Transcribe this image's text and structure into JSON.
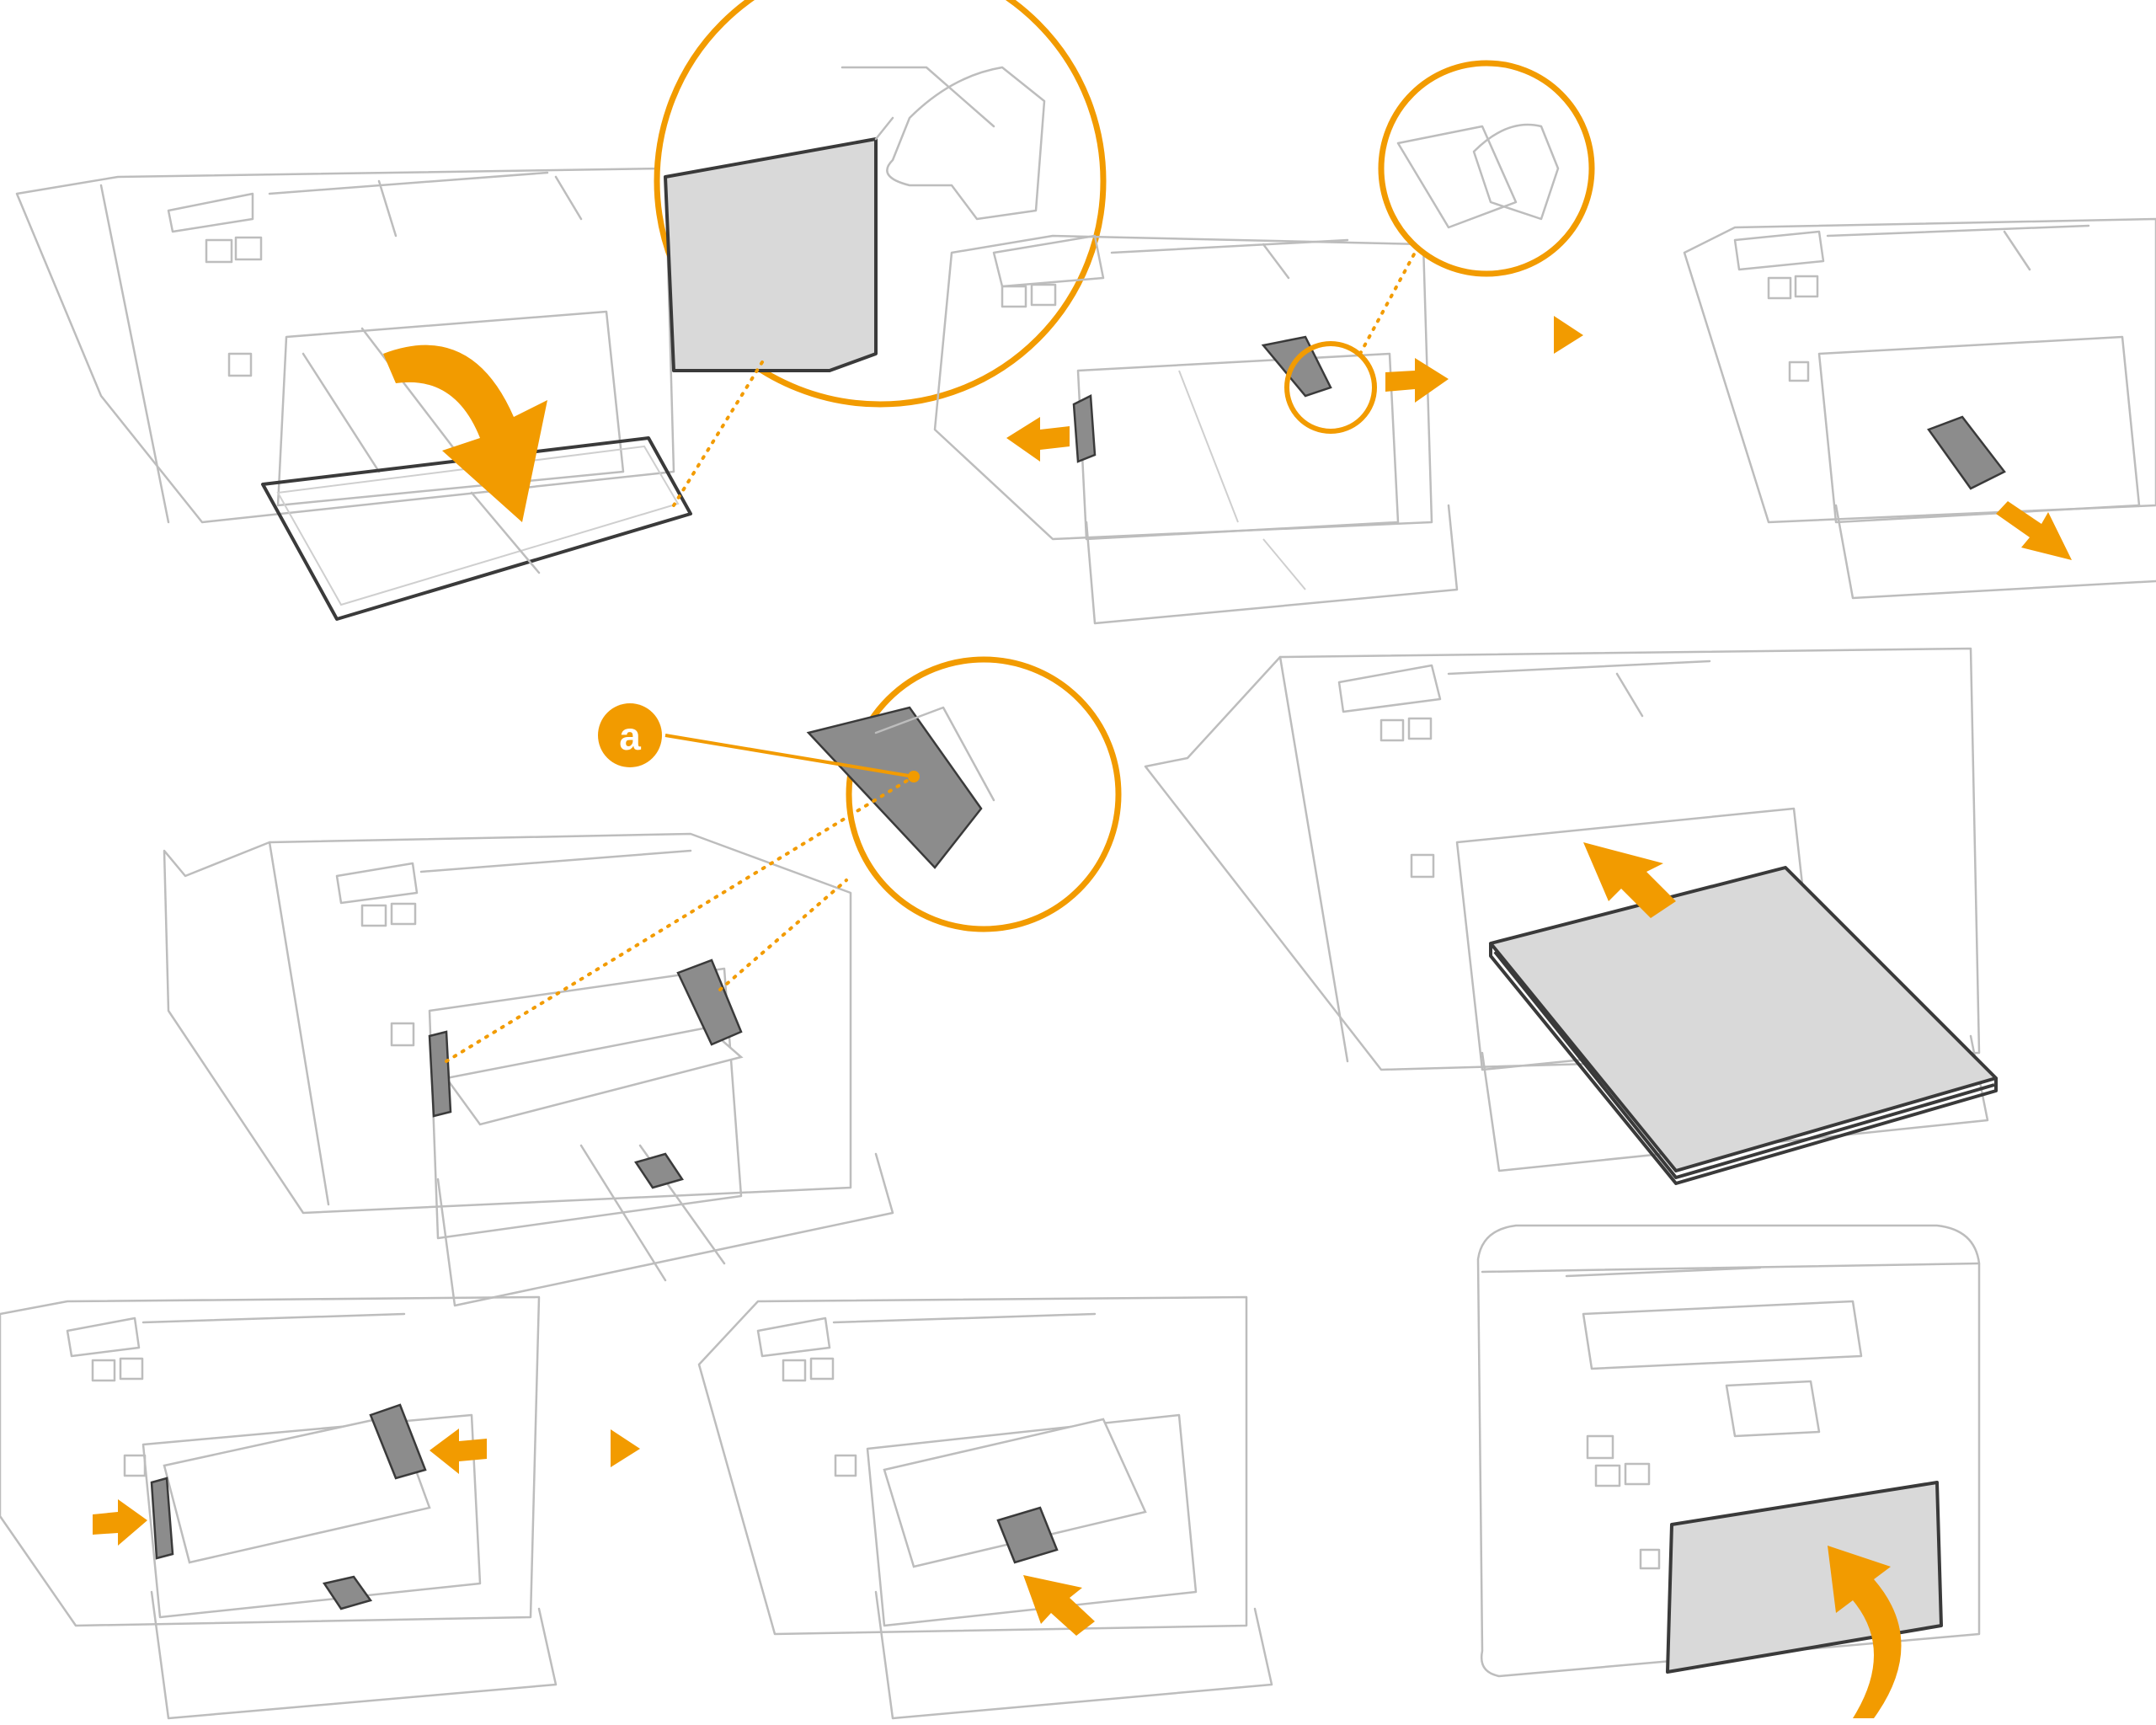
{
  "diagram": {
    "steps": [
      {
        "id": "open-tray"
      },
      {
        "id": "slide-side-guides-apart"
      },
      {
        "id": "pull-out-end-guide"
      },
      {
        "id": "check-paper-limit"
      },
      {
        "id": "load-paper-stack"
      },
      {
        "id": "align-side-guides"
      },
      {
        "id": "align-end-guide"
      },
      {
        "id": "close-front-cover"
      }
    ],
    "callout": {
      "label": "a"
    },
    "colors": {
      "accent": "#f29b00",
      "outline": "#bdbdbd",
      "paper": "#d9d9d9",
      "edge": "#3a3a3a"
    }
  }
}
